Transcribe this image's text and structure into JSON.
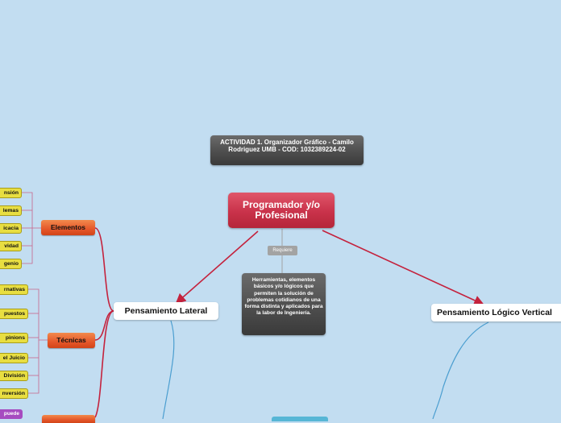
{
  "title": "ACTIVIDAD 1. Organizador Gráfico - Camilo Rodriguez UMB - COD: 1032389224-02",
  "root": "Programador y/o Profesional",
  "relation_label": "Requiere",
  "central_info": "Herramientas, elementos básicos y/o lógicos que permiten la solución de problemas cotidianos de una forma distinta y aplicados para la labor de Ingeniería.",
  "lateral": {
    "label": "Pensamiento Lateral",
    "elementos": {
      "label": "Elementos",
      "items": [
        "nsión",
        "lemas",
        "icacia",
        "vidad",
        "genio"
      ]
    },
    "tecnicas": {
      "label": "Técnicas",
      "items": [
        "rnativas",
        "puestos",
        "pinions",
        "el Juicio",
        "División",
        "nversión"
      ]
    },
    "partial_leaf": "puede"
  },
  "logico": {
    "label": "Pensamiento Lógico Vertical"
  },
  "colors": {
    "background": "#c2ddf1",
    "connector": "#c4223d",
    "lateral_branch": "#4b9ed0",
    "leaf_line": "#c9658a"
  }
}
